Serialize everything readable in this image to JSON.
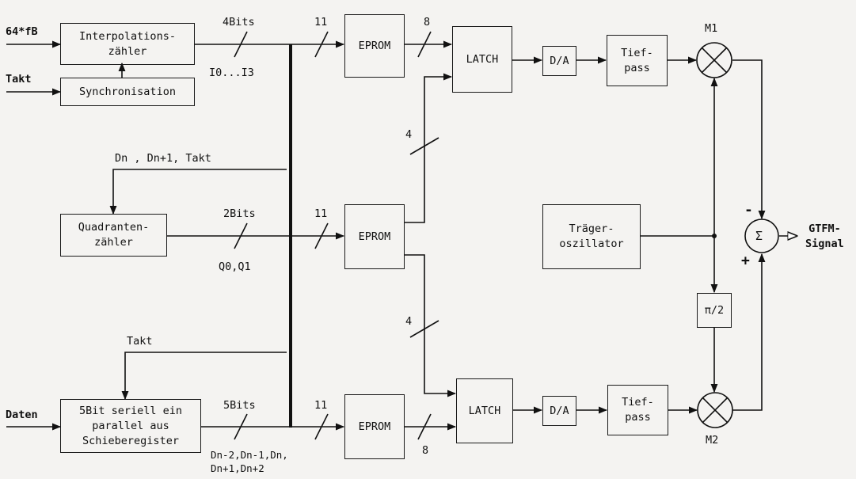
{
  "blocks": {
    "interpolation_counter": "Interpolations-\nzähler",
    "synchronisation": "Synchronisation",
    "quadrant_counter": "Quadranten-\nzähler",
    "shift_register": "5Bit seriell ein\nparallel aus\nSchieberegister",
    "eprom_top": "EPROM",
    "eprom_mid": "EPROM",
    "eprom_bottom": "EPROM",
    "latch_top": "LATCH",
    "latch_bottom": "LATCH",
    "dac_top": "D/A",
    "dac_bottom": "D/A",
    "lowpass_top": "Tief-\npass",
    "lowpass_bottom": "Tief-\npass",
    "carrier_oscillator": "Träger-\noszillator",
    "phase_shift": "π/2",
    "sum": "Σ"
  },
  "inputs": {
    "clock_in": "64*fB",
    "takt_in": "Takt",
    "daten_in": "Daten"
  },
  "output": "GTFM-\nSignal",
  "bus_labels": {
    "interp_bits": "4Bits",
    "interp_names": "I0...I3",
    "quad_bits": "2Bits",
    "quad_names": "Q0,Q1",
    "shift_bits": "5Bits",
    "shift_names": "Dn-2,Dn-1,Dn,\nDn+1,Dn+2",
    "feedback_quad": "Dn , Dn+1, Takt",
    "feedback_shift": "Takt",
    "width_11_top": "11",
    "width_11_mid": "11",
    "width_11_bottom": "11",
    "width_8_top": "8",
    "width_8_bottom": "8",
    "width_4_top": "4",
    "width_4_bottom": "4"
  },
  "mixers": {
    "m1": "M1",
    "m2": "M2"
  },
  "signs": {
    "minus": "-",
    "plus": "+"
  }
}
